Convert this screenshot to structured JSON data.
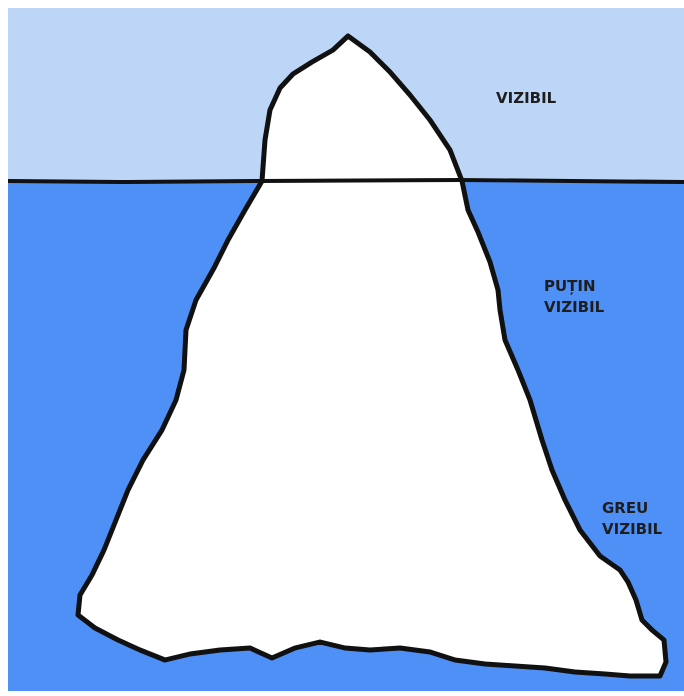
{
  "labels": {
    "top": "VIZIBIL",
    "middle": [
      "PUȚIN",
      "VIZIBIL"
    ],
    "bottom": [
      "GREU",
      "VIZIBIL"
    ]
  },
  "colors": {
    "sky": "#bdd5f6",
    "sea": "#4f90f6",
    "iceberg": "#ffffff",
    "outline": "#111111"
  }
}
